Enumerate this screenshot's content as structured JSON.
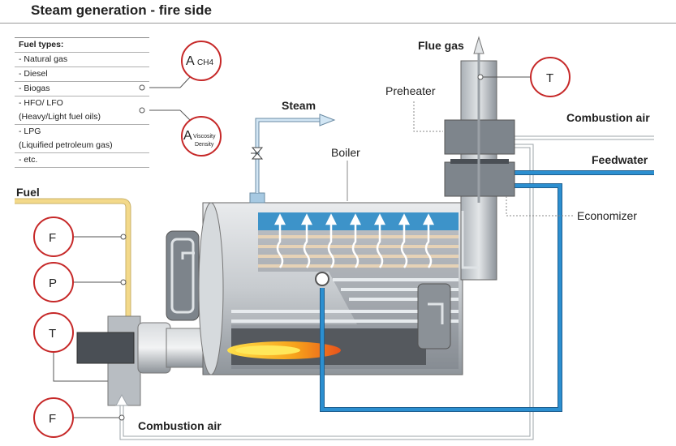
{
  "title": "Steam generation - fire side",
  "fuel_types": {
    "heading": "Fuel types:",
    "items": [
      "- Natural gas",
      "- Diesel",
      "- Biogas",
      "- HFO/ LFO",
      "(Heavy/Light fuel oils)",
      "- LPG",
      "(Liquified petroleum gas)",
      "- etc."
    ]
  },
  "labels": {
    "fuel": "Fuel",
    "steam": "Steam",
    "boiler": "Boiler",
    "flue_gas": "Flue gas",
    "preheater": "Preheater",
    "combustion_air_top": "Combustion air",
    "feedwater": "Feedwater",
    "economizer": "Economizer",
    "combustion_air_bottom": "Combustion air"
  },
  "instruments": {
    "ch4_a": "A",
    "ch4_sub": "CH4",
    "visc_a": "A",
    "visc_line1": "Viscosity",
    "visc_line2": "Density",
    "flue_t": "T",
    "fuel_f": "F",
    "fuel_p": "P",
    "fuel_t": "T",
    "air_f": "F"
  },
  "colors": {
    "fuel_line": "#f3d98a",
    "water_line": "#1f7fbf",
    "steam_line": "#8fc3e6",
    "instrument_ring": "#c62828",
    "flame": "#f5a623"
  }
}
